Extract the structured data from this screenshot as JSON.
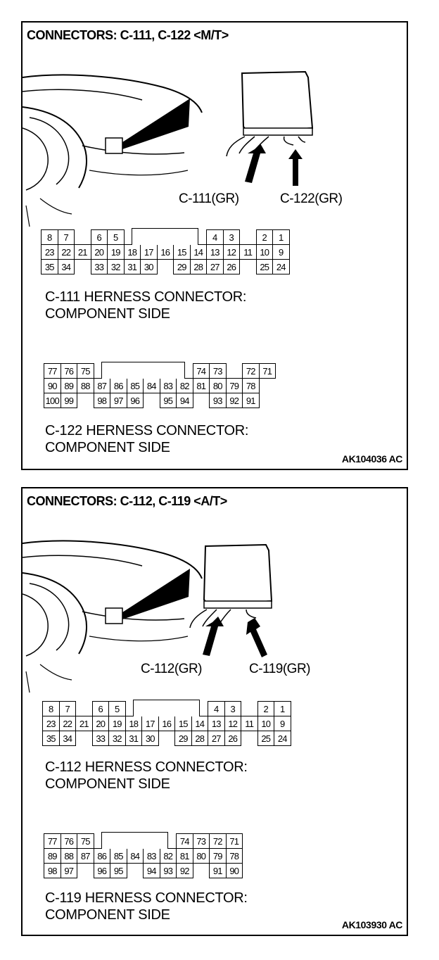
{
  "panels": [
    {
      "title": "CONNECTORS: C-111, C-122 <M/T>",
      "callout_left": "C-111(GR)",
      "callout_right": "C-122(GR)",
      "caption_a": [
        "C-111 HERNESS CONNECTOR:",
        "COMPONENT SIDE"
      ],
      "caption_b": [
        "C-122 HERNESS CONNECTOR:",
        "COMPONENT SIDE"
      ],
      "figure_code": "AK104036 AC",
      "connector_a": {
        "rows": [
          [
            "8",
            "7",
            "",
            "6",
            "5",
            "",
            "",
            "",
            "",
            "",
            "4",
            "3",
            "",
            "2",
            "1"
          ],
          [
            "23",
            "22",
            "21",
            "20",
            "19",
            "18",
            "17",
            "16",
            "15",
            "14",
            "13",
            "12",
            "11",
            "10",
            "9"
          ],
          [
            "35",
            "34",
            "",
            "33",
            "32",
            "31",
            "30",
            "",
            "29",
            "28",
            "27",
            "26",
            "",
            "25",
            "24"
          ]
        ]
      },
      "connector_b": {
        "rows": [
          [
            "77",
            "76",
            "75",
            "",
            "",
            "",
            "",
            "",
            "",
            "74",
            "73",
            "",
            "72",
            "71"
          ],
          [
            "90",
            "89",
            "88",
            "87",
            "86",
            "85",
            "84",
            "83",
            "82",
            "81",
            "80",
            "79",
            "78"
          ],
          [
            "100",
            "99",
            "",
            "98",
            "97",
            "96",
            "",
            "95",
            "94",
            "",
            "93",
            "92",
            "91"
          ]
        ]
      }
    },
    {
      "title": "CONNECTORS: C-112, C-119 <A/T>",
      "callout_left": "C-112(GR)",
      "callout_right": "C-119(GR)",
      "caption_a": [
        "C-112 HERNESS CONNECTOR:",
        "COMPONENT SIDE"
      ],
      "caption_b": [
        "C-119 HERNESS CONNECTOR:",
        "COMPONENT SIDE"
      ],
      "figure_code": "AK103930 AC",
      "connector_a": {
        "rows": [
          [
            "8",
            "7",
            "",
            "6",
            "5",
            "",
            "",
            "",
            "",
            "",
            "4",
            "3",
            "",
            "2",
            "1"
          ],
          [
            "23",
            "22",
            "21",
            "20",
            "19",
            "18",
            "17",
            "16",
            "15",
            "14",
            "13",
            "12",
            "11",
            "10",
            "9"
          ],
          [
            "35",
            "34",
            "",
            "33",
            "32",
            "31",
            "30",
            "",
            "29",
            "28",
            "27",
            "26",
            "",
            "25",
            "24"
          ]
        ]
      },
      "connector_b": {
        "rows": [
          [
            "77",
            "76",
            "75",
            "",
            "",
            "",
            "",
            "",
            "74",
            "73",
            "72",
            "71"
          ],
          [
            "89",
            "88",
            "87",
            "86",
            "85",
            "84",
            "83",
            "82",
            "81",
            "80",
            "79",
            "78"
          ],
          [
            "98",
            "97",
            "",
            "96",
            "95",
            "",
            "94",
            "93",
            "92",
            "",
            "91",
            "90"
          ]
        ]
      }
    }
  ]
}
